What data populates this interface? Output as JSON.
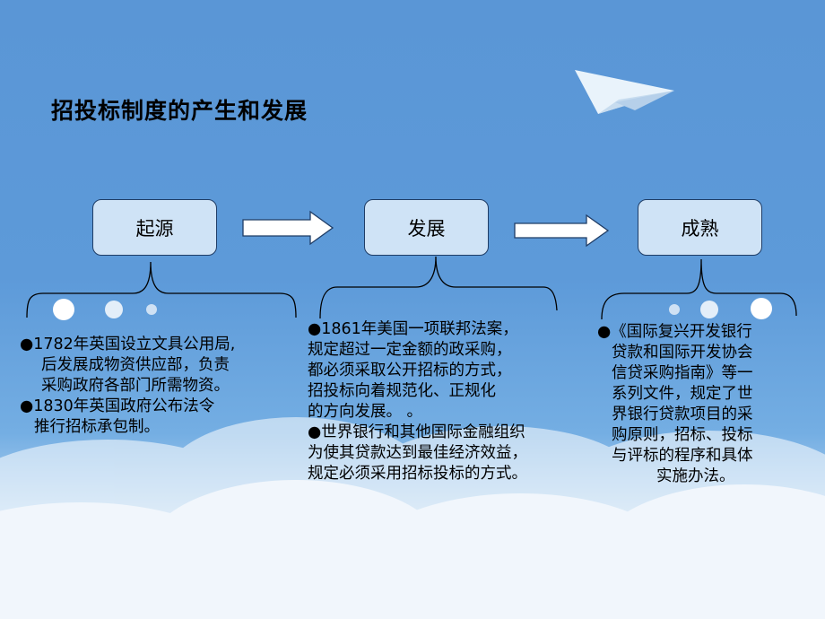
{
  "title": "招投标制度的产生和发展",
  "stages": [
    {
      "label": "起源",
      "lines": [
        "●1782年英国设立文具公用局,",
        "后发展成物资供应部，负责",
        "采购政府各部门所需物资。",
        "●1830年英国政府公布法令",
        "推行招标承包制。"
      ]
    },
    {
      "label": "发展",
      "lines": [
        "●1861年美国一项联邦法案，",
        "规定超过一定金额的政采购，",
        "都必须采取公开招标的方式，",
        "招投标向着规范化、正规化",
        "的方向发展。  。",
        "●世界银行和其他国际金融组织",
        "为使其贷款达到最佳经济效益，",
        "规定必须采用招标投标的方式。"
      ]
    },
    {
      "label": "成熟",
      "lines": [
        "●《国际复兴开发银行",
        "贷款和国际开发协会",
        "信贷采购指南》等一",
        "系列文件，规定了世",
        "界银行贷款项目的采",
        "购原则，招标、投标",
        "与评标的程序和具体",
        "实施办法。"
      ]
    }
  ]
}
